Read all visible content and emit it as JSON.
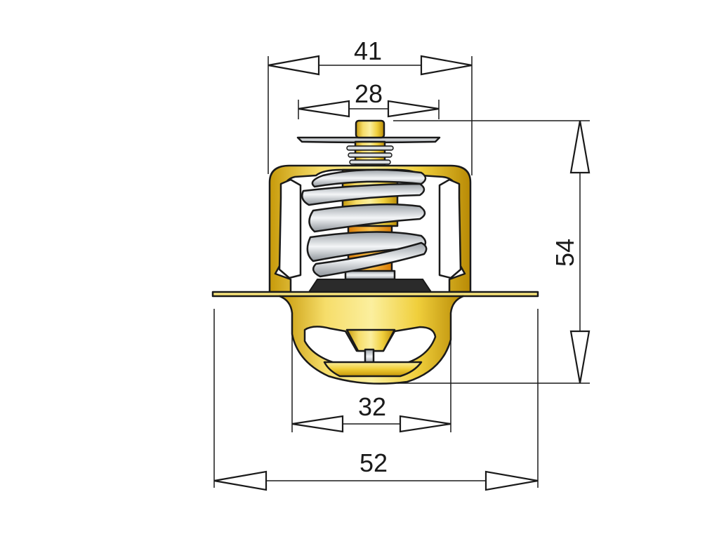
{
  "diagram": {
    "dimensions": {
      "top_outer": "41",
      "top_inner": "28",
      "height": "54",
      "bottom_inner": "32",
      "bottom_outer": "52"
    },
    "colors": {
      "brass_light": "#f8e58a",
      "brass_mid": "#e8c21c",
      "brass_dark": "#b88a05",
      "wax_orange": "#f0a020",
      "spring_steel": "#c9cdd2",
      "steel_highlight": "#f2f4f6",
      "gasket": "#2b2b2b",
      "line": "#1a1a1a"
    }
  }
}
